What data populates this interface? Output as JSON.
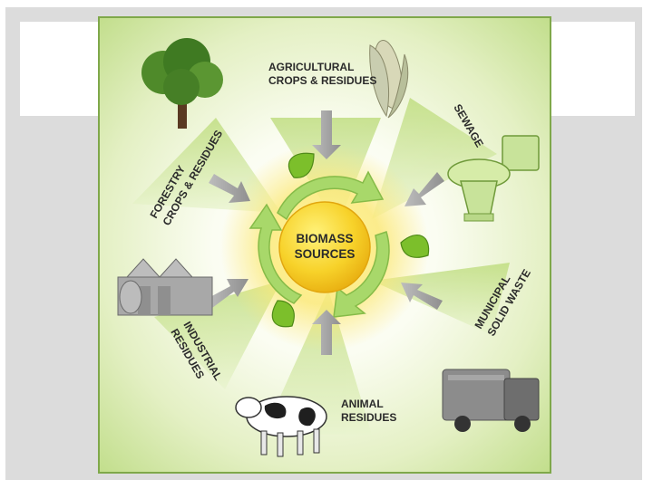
{
  "diagram": {
    "center": {
      "line1": "BIOMASS",
      "line2": "SOURCES"
    },
    "sources": {
      "agricultural": {
        "line1": "AGRICULTURAL",
        "line2": "CROPS & RESIDUES"
      },
      "sewage": {
        "line1": "SEWAGE"
      },
      "municipal": {
        "line1": "MUNICIPAL",
        "line2": "SOLID WASTE"
      },
      "animal": {
        "line1": "ANIMAL",
        "line2": "RESIDUES"
      },
      "industrial": {
        "line1": "INDUSTRIAL",
        "line2": "RESIDUES"
      },
      "forestry": {
        "line1": "FORESTRY",
        "line2": "CROPS & RESIDUES"
      }
    }
  },
  "colors": {
    "frame": "#dcdcdc",
    "poster_border": "#7fa84a",
    "sun_core": "#f3c21a",
    "leaf": "#7cbf2b",
    "cycle_arrow": "#a8d86a",
    "source_arrow": "#9a9a9a"
  },
  "icons": [
    "tree-icon",
    "corn-icon",
    "toilet-icon",
    "factory-icon",
    "cow-icon",
    "garbage-truck-icon",
    "leaf-icon"
  ]
}
